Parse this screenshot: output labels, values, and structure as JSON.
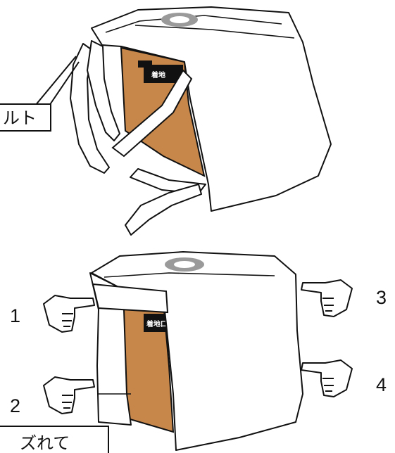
{
  "callouts": {
    "belt_label": "ルト",
    "bottom_label": "ズれて"
  },
  "box_label_top": "着地",
  "box_label_bottom": "着地口",
  "markers": [
    "1",
    "2",
    "3",
    "4"
  ],
  "colors": {
    "line": "#111111",
    "cardboard": "#c8874a",
    "cover": "#ffffff",
    "logo": "#9a9a9a"
  }
}
